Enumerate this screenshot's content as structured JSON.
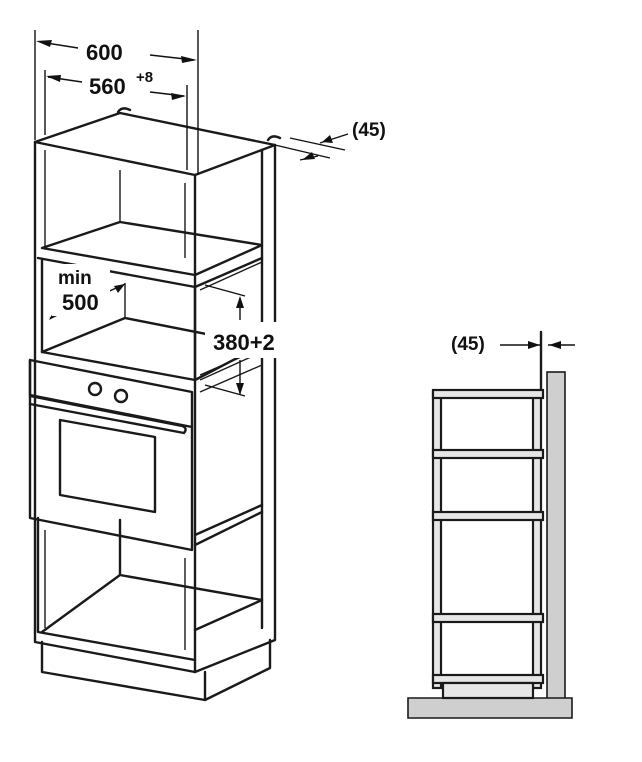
{
  "labels": {
    "width_total": "600",
    "width_inner": "560",
    "width_inner_tol": "+8",
    "depth_gap_top": "(45)",
    "min_label": "min",
    "min_value": "500",
    "height_opening": "380+2",
    "side_gap": "(45)"
  },
  "colors": {
    "line": "#1a1a1a",
    "wall": "#cfcfcf",
    "panel": "#e6e6e6",
    "background": "#ffffff"
  }
}
